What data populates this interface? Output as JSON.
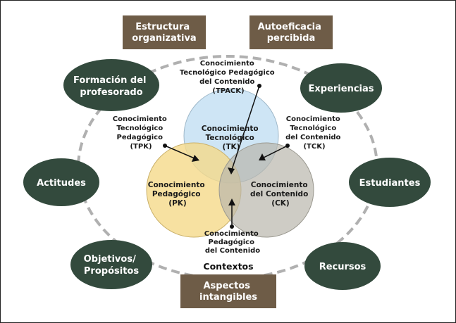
{
  "boxes": {
    "estructura": [
      "Estructura",
      "organizativa"
    ],
    "autoeficacia": [
      "Autoeficacia",
      "percibida"
    ],
    "aspectos": [
      "Aspectos",
      "intangibles"
    ]
  },
  "ovals": {
    "formacion": [
      "Formación del",
      "profesorado"
    ],
    "experiencias": [
      "Experiencias"
    ],
    "actitudes": [
      "Actitudes"
    ],
    "estudiantes": [
      "Estudiantes"
    ],
    "objetivos": [
      "Objetivos/",
      "Propósitos"
    ],
    "recursos": [
      "Recursos"
    ]
  },
  "circles": {
    "tk": [
      "Conocimiento",
      "Tecnológico",
      "(TK)"
    ],
    "pk": [
      "Conocimiento",
      "Pedagógico",
      "(PK)"
    ],
    "ck": [
      "Conocimiento",
      "del Contenido",
      "(CK)"
    ]
  },
  "annotations": {
    "tpack": [
      "Conocimiento",
      "Tecnológico Pedagógico",
      "del Contenido",
      "(TPACK)"
    ],
    "tpk": [
      "Conocimiento",
      "Tecnológico",
      "Pedagógico",
      "(TPK)"
    ],
    "tck": [
      "Conocimiento",
      "Tecnológico",
      "del Contenido",
      "(TCK)"
    ],
    "pck": [
      "Conocimiento",
      "Pedagógico",
      "del Contenido"
    ]
  },
  "contextos": "Contextos",
  "colors": {
    "box": "#6e5c47",
    "oval": "#334a3d",
    "tk": "#c5e0f3",
    "pk": "#f5d98a",
    "ck": "#cdcbc2",
    "ring": "#b0b0b0"
  }
}
